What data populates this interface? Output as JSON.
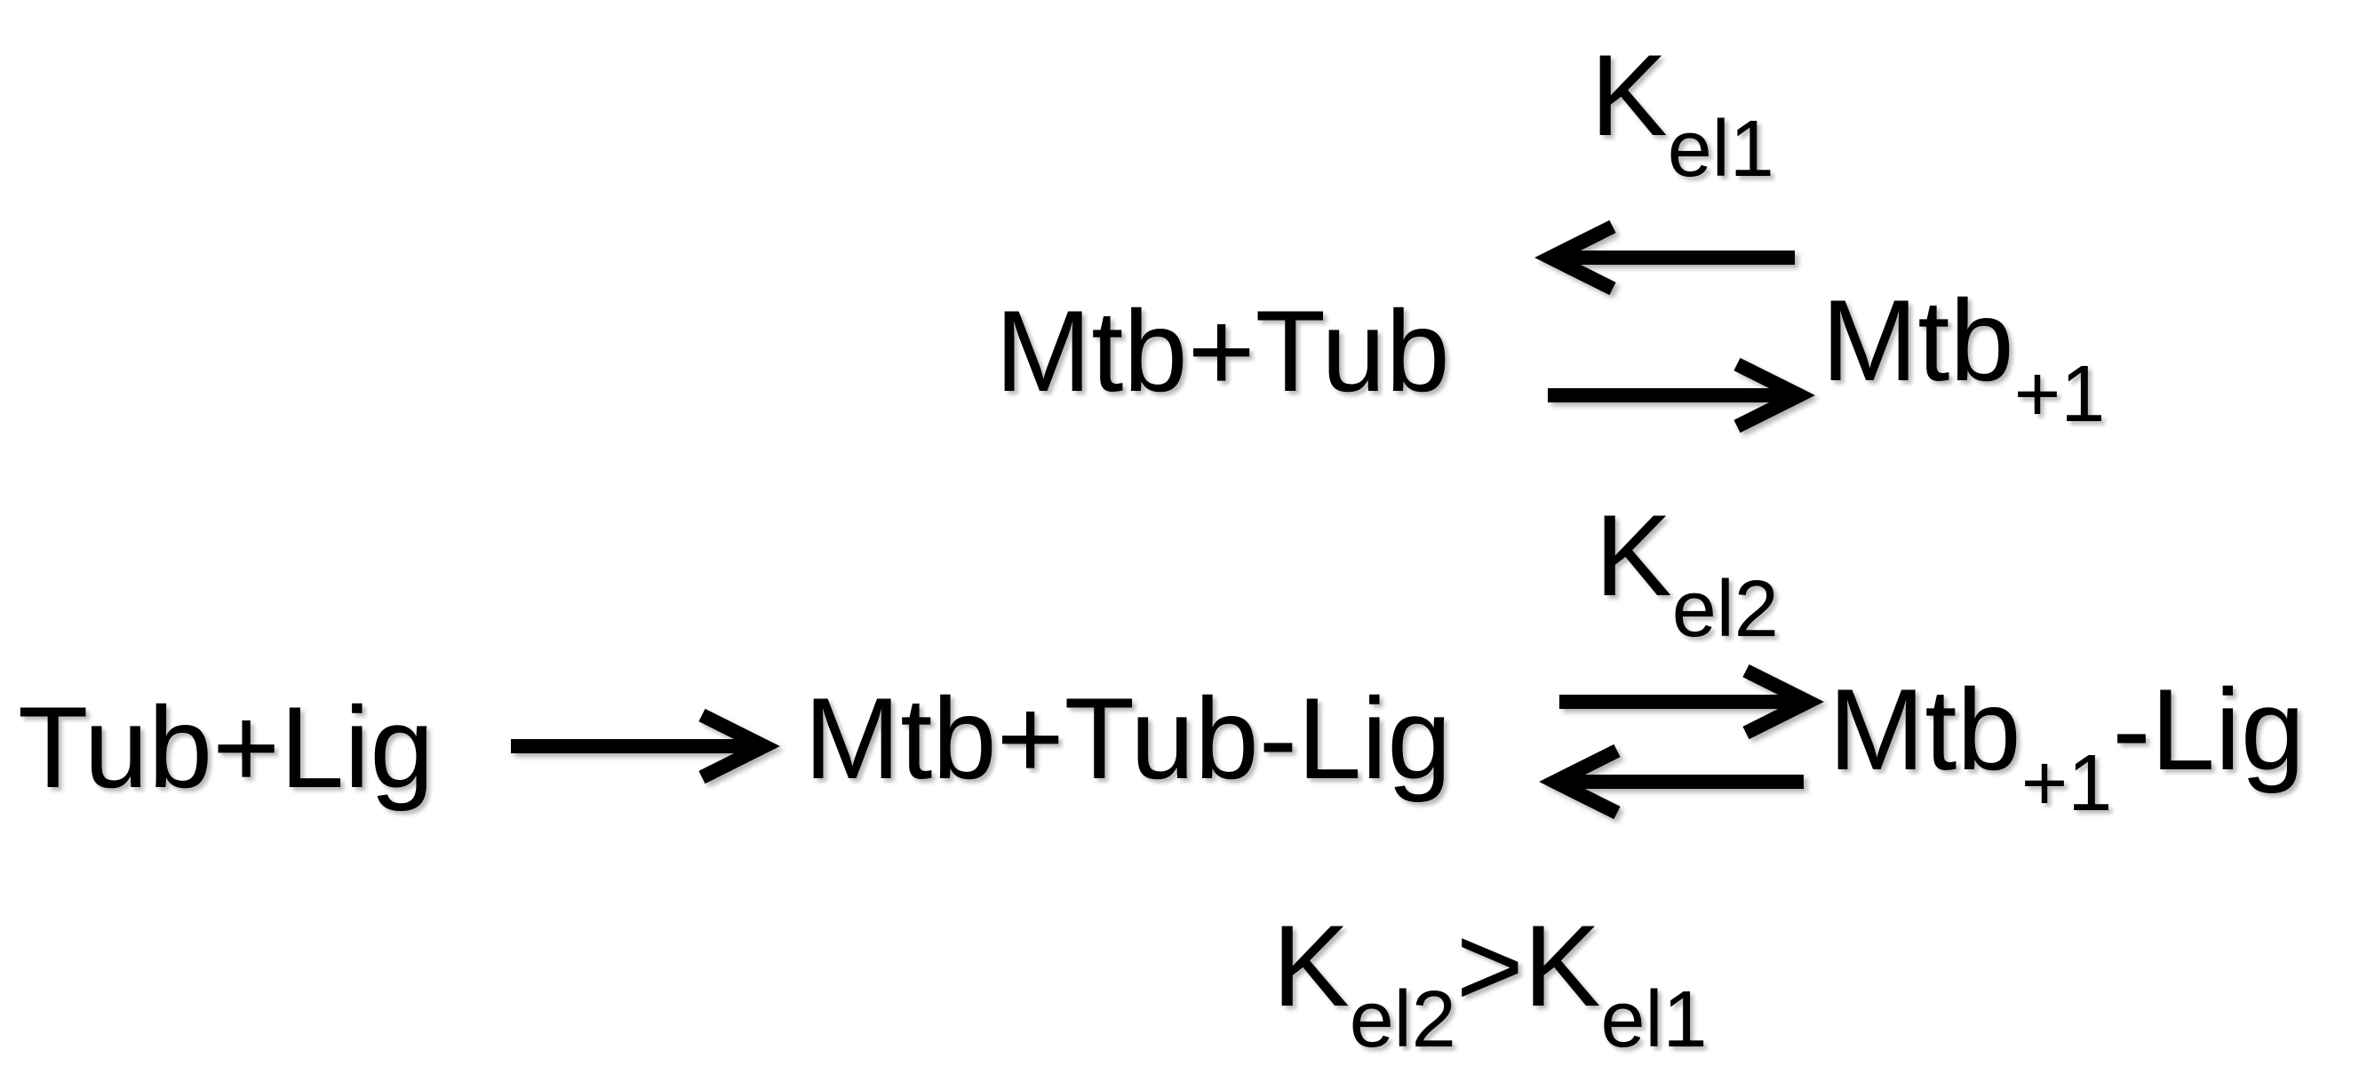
{
  "scheme": {
    "k1": {
      "symbol": "K",
      "subscript": "el1"
    },
    "k2": {
      "symbol": "K",
      "subscript": "el2"
    },
    "reaction1": {
      "reactants": "Mtb+Tub",
      "product": {
        "base": "Mtb",
        "subscript": "+1"
      }
    },
    "reaction2": {
      "start": "Tub+Lig",
      "middle": "Mtb+Tub-Lig",
      "product": {
        "base": "Mtb",
        "subscript": "+1",
        "suffix": "-Lig"
      }
    },
    "comparison": {
      "left_symbol": "K",
      "left_subscript": "el2",
      "operator": ">",
      "right_symbol": "K",
      "right_subscript": "el1"
    }
  }
}
